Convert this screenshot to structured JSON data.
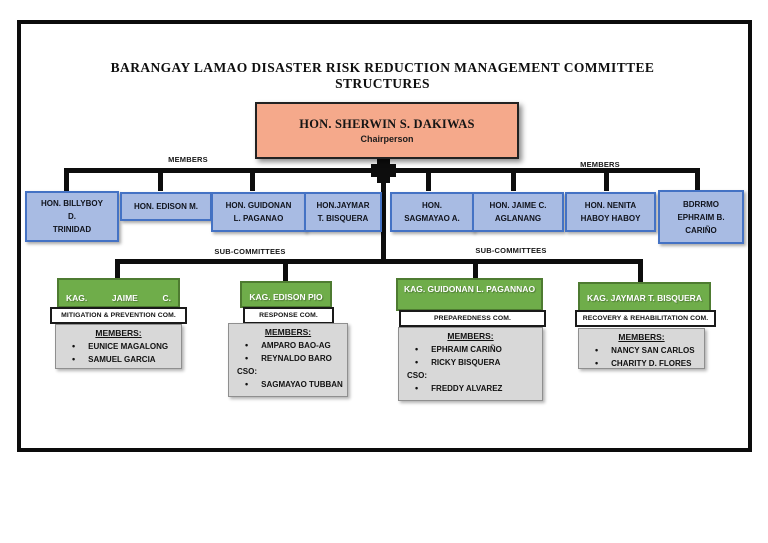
{
  "title": {
    "line1": "BARANGAY LAMAO DISASTER RISK REDUCTION MANAGEMENT COMMITTEE",
    "line2": "STRUCTURES"
  },
  "chairperson": {
    "name": "HON. SHERWIN S. DAKIWAS",
    "role": "Chairperson"
  },
  "branch_labels": {
    "members_left": "MEMBERS",
    "members_right": "MEMBERS",
    "sub_left": "SUB-COMMITTEES",
    "sub_right": "SUB-COMMITTEES"
  },
  "members": [
    {
      "lines": [
        "HON. BILLYBOY",
        "D.",
        "TRINIDAD"
      ]
    },
    {
      "lines": [
        "HON. EDISON M."
      ]
    },
    {
      "lines": [
        "HON. GUIDONAN",
        "L. PAGANAO"
      ]
    },
    {
      "lines": [
        "HON.JAYMAR",
        "T. BISQUERA"
      ]
    },
    {
      "lines": [
        "HON.",
        "SAGMAYAO A."
      ]
    },
    {
      "lines": [
        "HON. JAIME C.",
        "AGLANANG"
      ]
    },
    {
      "lines": [
        "HON. NENITA",
        "HABOY HABOY"
      ]
    },
    {
      "lines": [
        "BDRRMO",
        "EPHRAIM B.",
        "CARIÑO"
      ]
    }
  ],
  "subcommittees": [
    {
      "head_words": [
        "KAG.",
        "JAIME",
        "C."
      ],
      "committee": "MITIGATION & PREVENTION COM.",
      "members_heading": "MEMBERS:",
      "members": [
        "EUNICE MAGALONG",
        "SAMUEL GARCIA"
      ]
    },
    {
      "head": "KAG. EDISON PIO",
      "committee": "RESPONSE COM.",
      "members_heading": "MEMBERS:",
      "members": [
        "AMPARO BAO-AG",
        "REYNALDO BARO"
      ],
      "cso_label": "CSO:",
      "cso_members": [
        "SAGMAYAO TUBBAN"
      ]
    },
    {
      "head": "KAG. GUIDONAN L. PAGANNAO",
      "committee": "PREPAREDNESS COM.",
      "members_heading": "MEMBERS:",
      "members": [
        "EPHRAIM CARIÑO",
        "RICKY BISQUERA"
      ],
      "cso_label": "CSO:",
      "cso_members": [
        "FREDDY ALVAREZ"
      ]
    },
    {
      "head": "KAG. JAYMAR T. BISQUERA",
      "committee": "RECOVERY & REHABILITATION COM.",
      "members_heading": "MEMBERS:",
      "members": [
        "NANCY SAN CARLOS",
        "CHARITY D. FLORES"
      ]
    }
  ],
  "colors": {
    "chairperson_fill": "#f5a98b",
    "member_fill": "#a8bbe3",
    "member_border": "#4472c4",
    "subhead_fill": "#6fad4a",
    "list_fill": "#d8d8d8",
    "line": "#0d0d0d"
  }
}
